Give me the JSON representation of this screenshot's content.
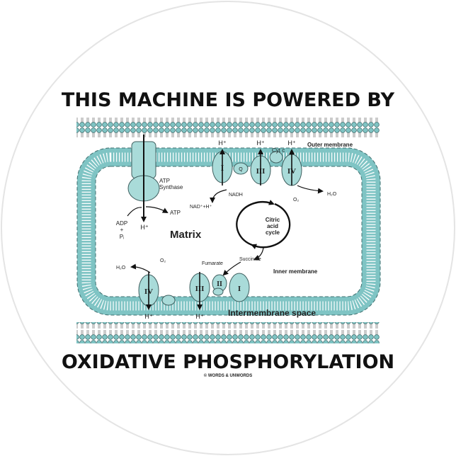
{
  "title_top": "THIS MACHINE IS POWERED BY",
  "title_bottom": "OXIDATIVE PHOSPHORYLATION",
  "copyright": "© WORDS & UNWORDS",
  "colors": {
    "membrane": "#7fc4c4",
    "protein": "#a9dbd9",
    "outline": "#3f5f5f",
    "text": "#111111",
    "sticker_edge": "#e4e4e4"
  },
  "labels": {
    "outer_membrane": "Outer membrane",
    "inner_membrane": "Inner membrane",
    "intermembrane_space": "Intermembrane space",
    "matrix": "Matrix",
    "atp_synthase_line1": "ATP",
    "atp_synthase_line2": "Synthase",
    "atp": "ATP",
    "adp": "ADP",
    "plus": "+",
    "pi": "Pᵢ",
    "h_plus": "H⁺",
    "nadh": "NADH",
    "nad": "NAD⁺+H⁺",
    "cyt_c": "Cyt c",
    "o2": "O₂",
    "h2o": "H₂O",
    "citric_1": "Citric",
    "citric_2": "acid",
    "citric_3": "cycle",
    "fumarate": "Fumarate",
    "succinate": "Succinate",
    "complex_1": "I",
    "complex_2": "II",
    "complex_3": "III",
    "complex_4": "IV",
    "q": "Q"
  }
}
